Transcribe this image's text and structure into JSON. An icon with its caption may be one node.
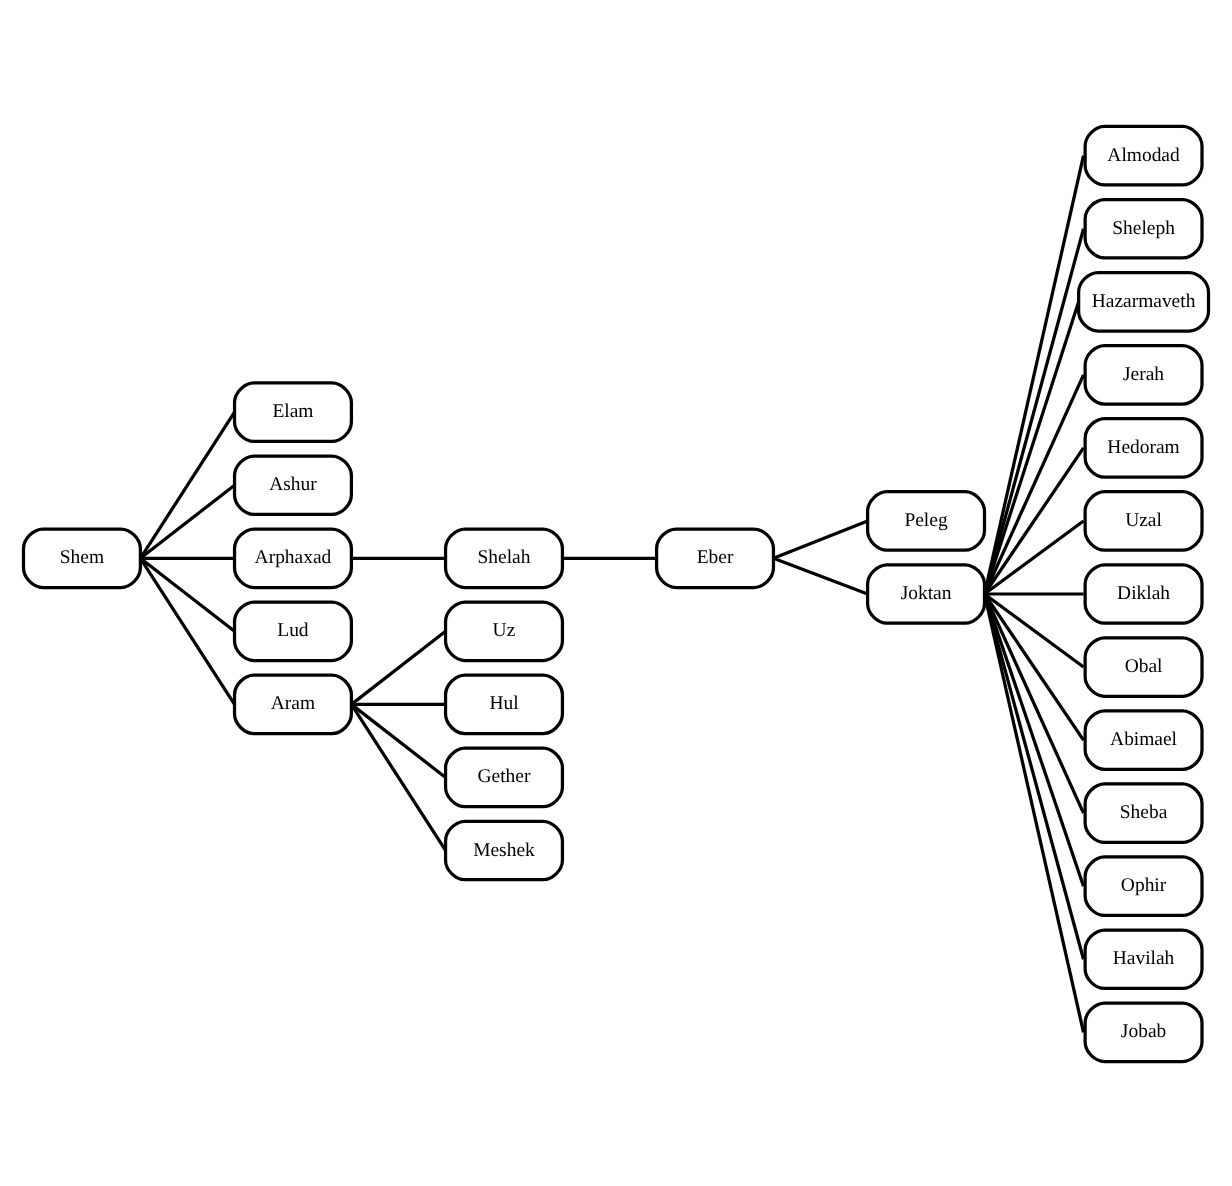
{
  "diagram": {
    "nodes": [
      {
        "text": [
          "Shem"
        ]
      },
      {
        "text": [
          "Elam"
        ]
      },
      {
        "text": [
          "Ashur"
        ]
      },
      {
        "text": [
          "Arphaxad"
        ]
      },
      {
        "text": [
          "Lud"
        ]
      },
      {
        "text": [
          "Aram"
        ]
      },
      {
        "text": [
          "Shelah"
        ]
      },
      {
        "text": [
          "Uz"
        ]
      },
      {
        "text": [
          "Hul"
        ]
      },
      {
        "text": [
          "Gether"
        ]
      },
      {
        "text": [
          "Meshek"
        ]
      },
      {
        "text": [
          "Eber"
        ]
      },
      {
        "text": [
          "Peleg"
        ]
      },
      {
        "text": [
          "Joktan"
        ]
      },
      {
        "text": [
          "Almodad"
        ]
      },
      {
        "text": [
          "Sheleph"
        ]
      },
      {
        "text": [
          "Hazarmaveth"
        ]
      },
      {
        "text": [
          "Jerah"
        ]
      },
      {
        "text": [
          "Hedoram"
        ]
      },
      {
        "text": [
          "Uzal"
        ]
      },
      {
        "text": [
          "Diklah"
        ]
      },
      {
        "text": [
          "Obal"
        ]
      },
      {
        "text": [
          "Abimael"
        ]
      },
      {
        "text": [
          "Sheba"
        ]
      },
      {
        "text": [
          "Ophir"
        ]
      },
      {
        "text": [
          "Havilah"
        ]
      },
      {
        "text": [
          "Jobab"
        ]
      }
    ],
    "edges": [
      {
        "from": 0,
        "to": 1,
        "arrow": "none"
      },
      {
        "from": 0,
        "to": 2,
        "arrow": "none"
      },
      {
        "from": 0,
        "to": 3,
        "arrow": "none"
      },
      {
        "from": 0,
        "to": 4,
        "arrow": "none"
      },
      {
        "from": 0,
        "to": 5,
        "arrow": "none"
      },
      {
        "from": 3,
        "to": 6,
        "arrow": "none"
      },
      {
        "from": 5,
        "to": 7,
        "arrow": "none"
      },
      {
        "from": 5,
        "to": 8,
        "arrow": "none"
      },
      {
        "from": 5,
        "to": 9,
        "arrow": "none"
      },
      {
        "from": 5,
        "to": 10,
        "arrow": "none"
      },
      {
        "from": 6,
        "to": 11,
        "arrow": "none"
      },
      {
        "from": 11,
        "to": 12,
        "arrow": "none"
      },
      {
        "from": 11,
        "to": 13,
        "arrow": "none"
      },
      {
        "from": 13,
        "to": 14,
        "arrow": "none"
      },
      {
        "from": 13,
        "to": 15,
        "arrow": "none"
      },
      {
        "from": 13,
        "to": 16,
        "arrow": "none"
      },
      {
        "from": 13,
        "to": 17,
        "arrow": "none"
      },
      {
        "from": 13,
        "to": 18,
        "arrow": "none"
      },
      {
        "from": 13,
        "to": 19,
        "arrow": "none"
      },
      {
        "from": 13,
        "to": 20,
        "arrow": "none"
      },
      {
        "from": 13,
        "to": 21,
        "arrow": "none"
      },
      {
        "from": 13,
        "to": 22,
        "arrow": "none"
      },
      {
        "from": 13,
        "to": 23,
        "arrow": "none"
      },
      {
        "from": 13,
        "to": 24,
        "arrow": "none"
      },
      {
        "from": 13,
        "to": 25,
        "arrow": "none"
      },
      {
        "from": 13,
        "to": 26,
        "arrow": "none"
      }
    ]
  }
}
